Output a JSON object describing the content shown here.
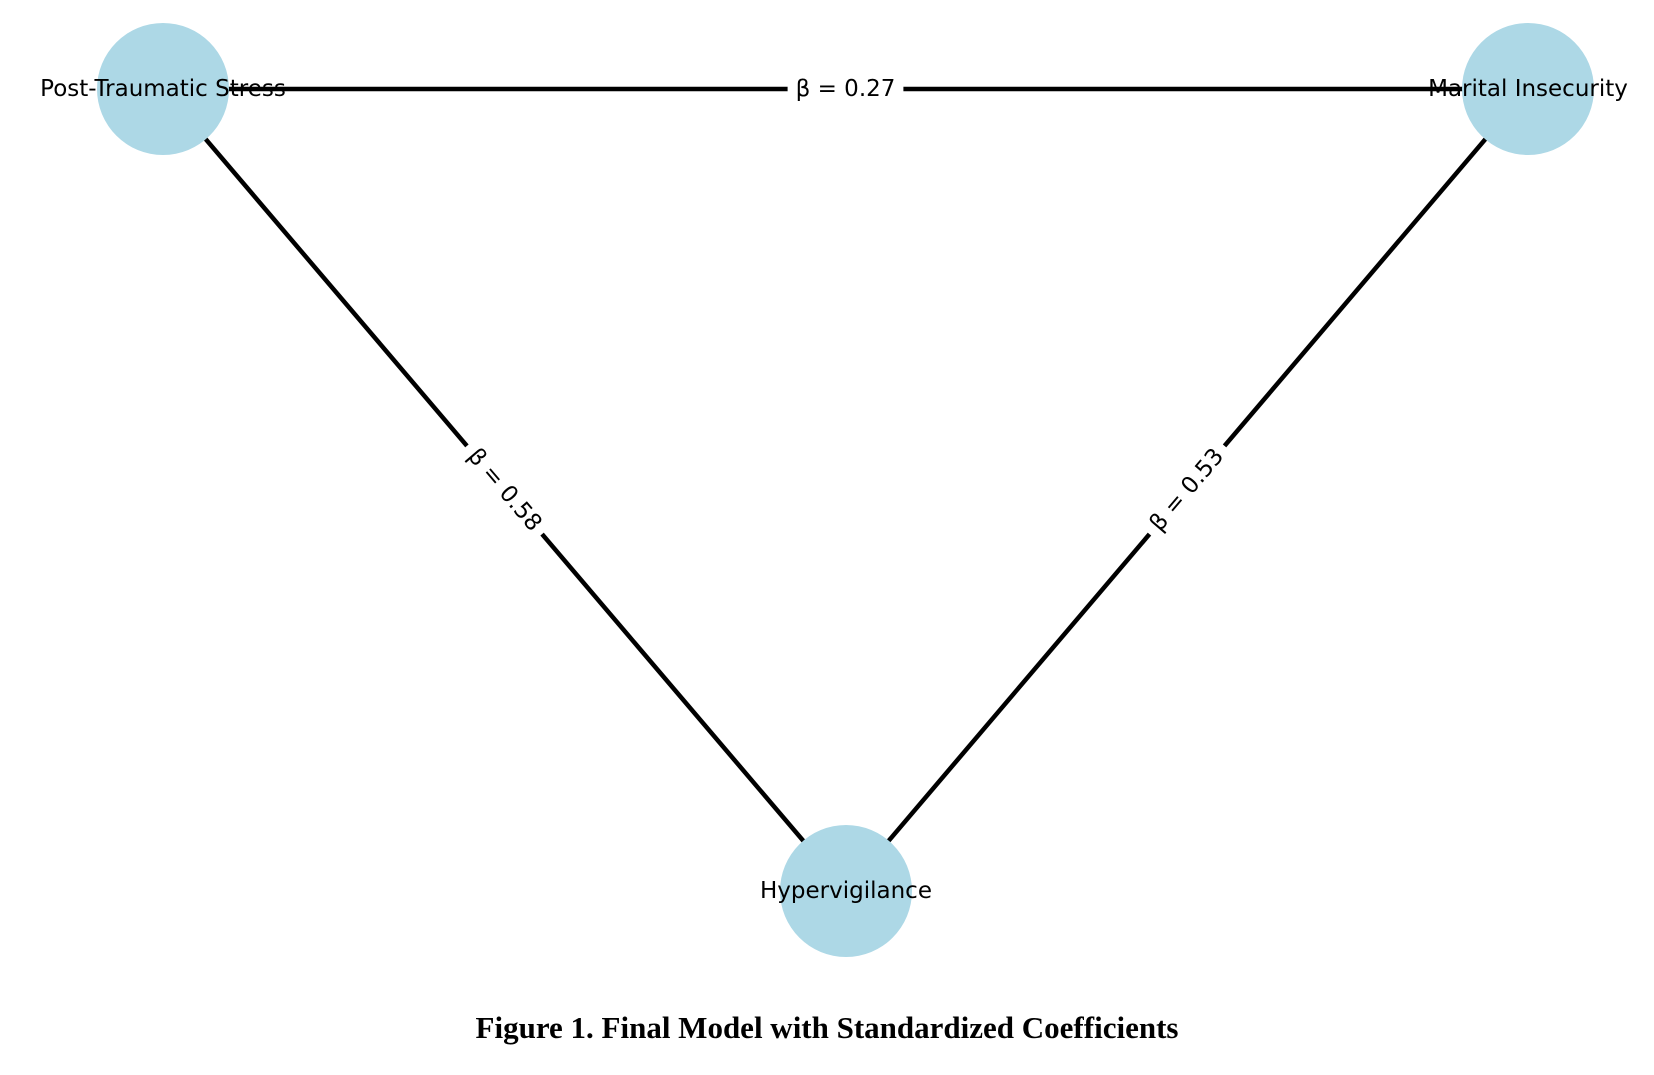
{
  "diagram": {
    "node_color": "#add8e6",
    "edge_color": "#000000",
    "nodes": [
      {
        "id": "pts",
        "label": "Post-Traumatic Stress"
      },
      {
        "id": "mi",
        "label": "Marital Insecurity"
      },
      {
        "id": "hv",
        "label": "Hypervigilance"
      }
    ],
    "edges": [
      {
        "from": "pts",
        "to": "mi",
        "label": "β = 0.27"
      },
      {
        "from": "pts",
        "to": "hv",
        "label": "β = 0.58"
      },
      {
        "from": "mi",
        "to": "hv",
        "label": "β = 0.53"
      }
    ]
  },
  "caption": "Figure 1. Final Model with Standardized Coefficients"
}
